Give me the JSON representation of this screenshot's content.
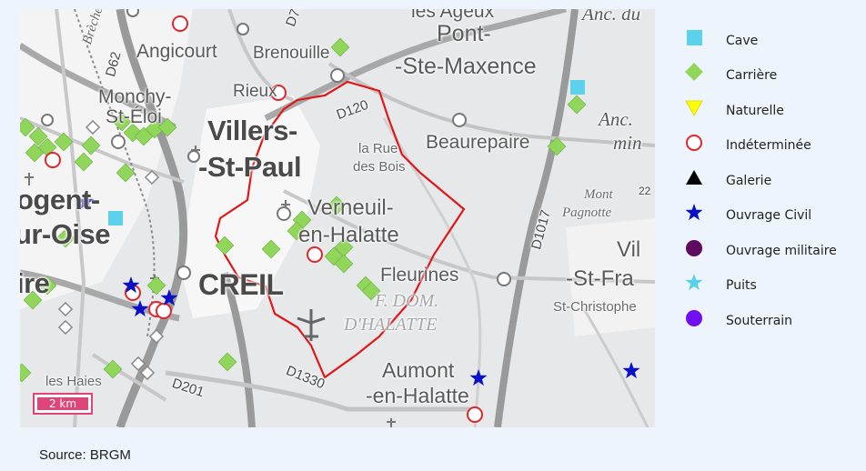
{
  "map": {
    "place_labels": [
      {
        "key": "ageux",
        "text": "les Ageux"
      },
      {
        "key": "anc_du",
        "text": "Anc. du"
      },
      {
        "key": "pont",
        "text": "Pont-"
      },
      {
        "key": "ste_maxence",
        "text": "-Ste-Maxence"
      },
      {
        "key": "angicourt",
        "text": "Angicourt"
      },
      {
        "key": "brenouille",
        "text": "Brenouille"
      },
      {
        "key": "monchy",
        "text": "Monchy-"
      },
      {
        "key": "st_eloi",
        "text": "St-Éloi"
      },
      {
        "key": "rieux",
        "text": "Rieux"
      },
      {
        "key": "villers",
        "text": "Villers-"
      },
      {
        "key": "st_paul",
        "text": "-St-Paul"
      },
      {
        "key": "la_rue",
        "text": "la Rue"
      },
      {
        "key": "des_bois",
        "text": "des Bois"
      },
      {
        "key": "beaurepaire",
        "text": "Beaurepaire"
      },
      {
        "key": "anc_min",
        "text": "Anc."
      },
      {
        "key": "min",
        "text": "min"
      },
      {
        "key": "nogent",
        "text": "ogent-"
      },
      {
        "key": "sur_oise",
        "text": "ur-Oise"
      },
      {
        "key": "verneuil",
        "text": "Verneuil-"
      },
      {
        "key": "en_halatte",
        "text": "en-Halatte"
      },
      {
        "key": "mont",
        "text": "Mont"
      },
      {
        "key": "pagnotte",
        "text": "Pagnotte"
      },
      {
        "key": "vil",
        "text": "Vil"
      },
      {
        "key": "st_fra",
        "text": "-St-Fra"
      },
      {
        "key": "st_christophe",
        "text": "St-Christophe"
      },
      {
        "key": "creil",
        "text": "CREIL"
      },
      {
        "key": "fleurines",
        "text": "Fleurines"
      },
      {
        "key": "f_dom",
        "text": "F. DOM."
      },
      {
        "key": "dhalatte",
        "text": "D'HALATTE"
      },
      {
        "key": "ire",
        "text": "ire"
      },
      {
        "key": "les_haies",
        "text": "les Haies"
      },
      {
        "key": "aumont",
        "text": "Aumont"
      },
      {
        "key": "aumont_halatte",
        "text": "-en-Halatte"
      },
      {
        "key": "breche",
        "text": "Brèche"
      }
    ],
    "road_labels": [
      {
        "key": "d62",
        "text": "D62"
      },
      {
        "key": "d7",
        "text": "D7"
      },
      {
        "key": "d120",
        "text": "D120"
      },
      {
        "key": "d1017",
        "text": "D1017"
      },
      {
        "key": "d201",
        "text": "D201"
      },
      {
        "key": "d1330",
        "text": "D1330"
      },
      {
        "key": "n22",
        "text": "22"
      }
    ],
    "scale_bar": "2 km"
  },
  "legend": {
    "items": [
      {
        "label": "Cave",
        "symbol": "square",
        "color": "#5bd2ec"
      },
      {
        "label": "Carrière",
        "symbol": "diamond",
        "color": "#8fd65a"
      },
      {
        "label": "Naturelle",
        "symbol": "triangle-down",
        "color": "#ffff00"
      },
      {
        "label": "Indéterminée",
        "symbol": "ring",
        "color": "#e0262a"
      },
      {
        "label": "Galerie",
        "symbol": "triangle-up",
        "color": "#000000"
      },
      {
        "label": "Ouvrage Civil",
        "symbol": "star",
        "color": "#0a10c8"
      },
      {
        "label": "Ouvrage militaire",
        "symbol": "circle",
        "color": "#5e0a5e"
      },
      {
        "label": "Puits",
        "symbol": "star",
        "color": "#5bd2ec"
      },
      {
        "label": "Souterrain",
        "symbol": "circle",
        "color": "#7010f0"
      }
    ]
  },
  "source": "Source: BRGM"
}
